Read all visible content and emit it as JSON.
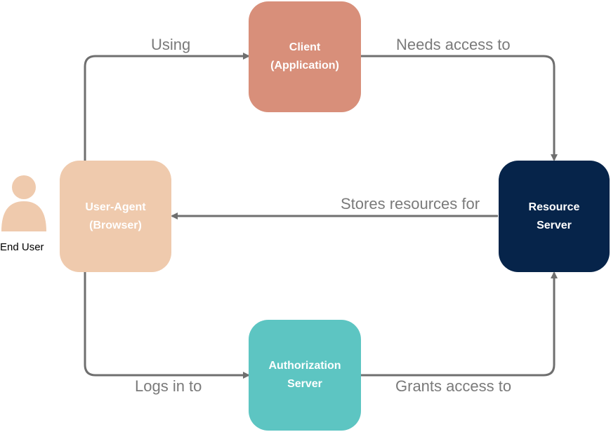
{
  "nodes": {
    "client": {
      "line1": "Client",
      "line2": "(Application)",
      "color": "#d88f7a"
    },
    "user_agent": {
      "line1": "User-Agent",
      "line2": "(Browser)",
      "color": "#efcaad"
    },
    "resource_server": {
      "line1": "Resource",
      "line2": "Server",
      "color": "#06244a"
    },
    "auth_server": {
      "line1": "Authorization",
      "line2": "Server",
      "color": "#5dc5c2"
    }
  },
  "edges": {
    "using": "Using",
    "needs_access_to": "Needs access to",
    "stores_resources_for": "Stores resources for",
    "logs_in_to": "Logs in to",
    "grants_access_to": "Grants access to"
  },
  "actor": {
    "label": "End User",
    "color": "#efcaad",
    "icon": "person-icon"
  },
  "colors": {
    "connector": "#6f6f6f"
  }
}
